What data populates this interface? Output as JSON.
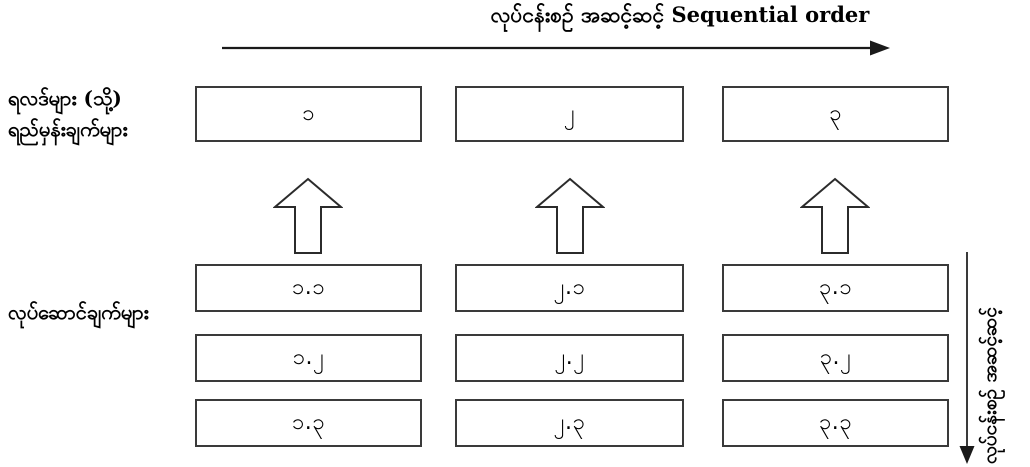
{
  "diagram": {
    "top_heading": "လုပ်ငန်းစဉ် အဆင့်ဆင့် Sequential order",
    "left_labels": {
      "outcomes": "ရလဒ်များ (သို့) ရည်မှန်းချက်များ",
      "activities": "လုပ်ဆောင်ချက်များ"
    },
    "right_vertical_label": "လုပ်ငန်းစဉ် အဆင့်ဆင့်",
    "colors": {
      "box_border": "#3a3a3a",
      "arrow_stroke": "#1a1a1a",
      "text": "#000000",
      "background": "#ffffff"
    },
    "arrows": {
      "horizontal_label": "sequential-order-arrow-right",
      "vertical_label": "process-steps-arrow-down",
      "up_arrow_label": "contributes-to-arrow-up"
    },
    "columns": [
      {
        "outcome": "၁",
        "activities": [
          "၁.၁",
          "၁.၂",
          "၁.၃"
        ]
      },
      {
        "outcome": "၂",
        "activities": [
          "၂.၁",
          "၂.၂",
          "၂.၃"
        ]
      },
      {
        "outcome": "၃",
        "activities": [
          "၃.၁",
          "၃.၂",
          "၃.၃"
        ]
      }
    ]
  }
}
